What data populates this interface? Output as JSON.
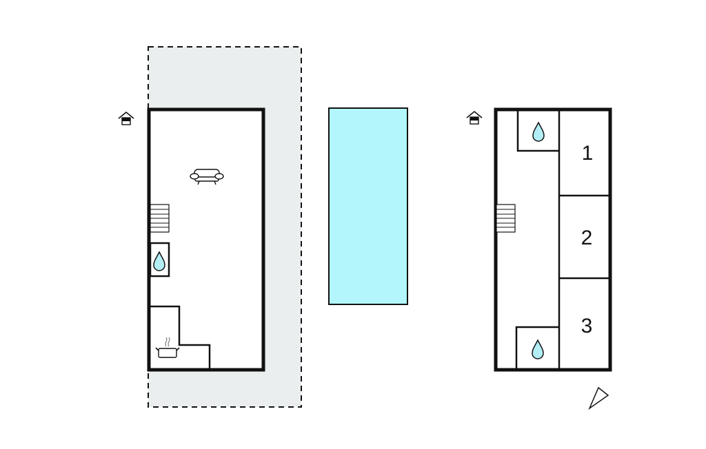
{
  "plan": {
    "upper_floor": {
      "rooms": [
        {
          "label": "1"
        },
        {
          "label": "2"
        },
        {
          "label": "3"
        }
      ]
    }
  },
  "colors": {
    "wall": "#111111",
    "terrace": "#eaeeee",
    "pool": "#b3f7fc",
    "water": "#b3eef5"
  },
  "icons": [
    "house-entrance-icon",
    "sofa-icon",
    "stairs-icon",
    "water-drop-icon",
    "cooking-pot-icon",
    "north-arrow-icon"
  ]
}
